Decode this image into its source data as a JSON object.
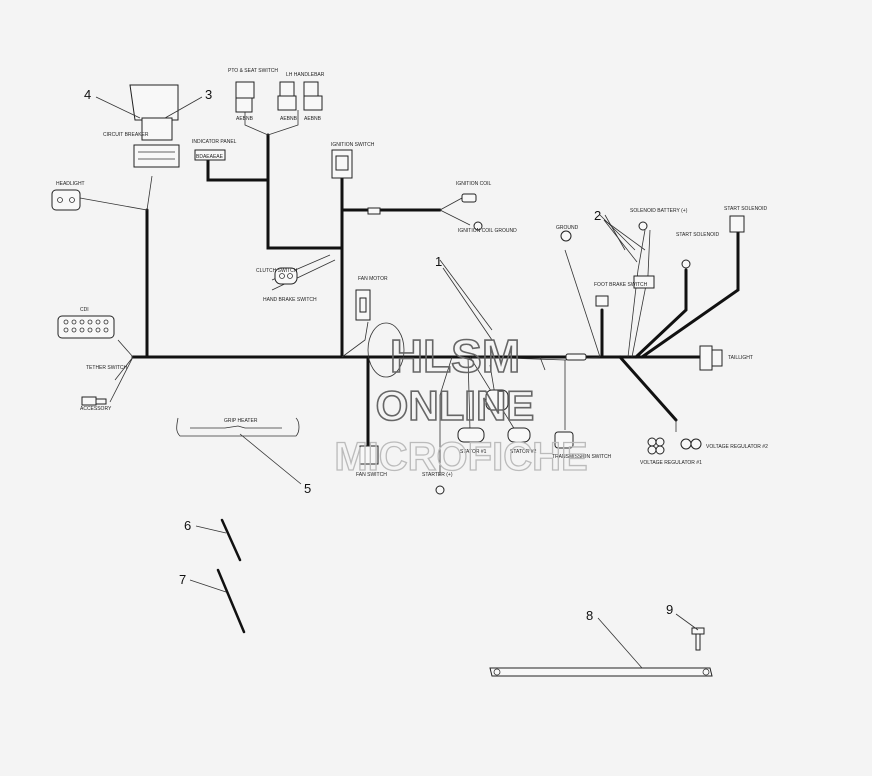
{
  "watermark": {
    "line1": "HLSM",
    "line2": "ONLINE",
    "line3": "MICROFICHE"
  },
  "callouts": {
    "c1": "1",
    "c2": "2",
    "c3": "3",
    "c4": "4",
    "c5": "5",
    "c6": "6",
    "c7": "7",
    "c8": "8",
    "c9": "9"
  },
  "labels": {
    "circuit_breaker": "CIRCUIT BREAKER",
    "headlight": "HEADLIGHT",
    "pto_switch": "PTO & SEAT SWITCH",
    "lh_handlebar": "LH HANDLEBAR",
    "indicator_panel": "INDICATOR PANEL",
    "ignition_switch": "IGNITION SWITCH",
    "ignition_coil": "IGNITION COIL",
    "ignition_ground": "IGNITION COIL GROUND",
    "clutch_switch": "CLUTCH SWITCH",
    "hand_brake": "HAND BRAKE SWITCH",
    "fan_motor": "FAN MOTOR",
    "cdi": "CDI",
    "tether_switch": "TETHER SWITCH",
    "accessory": "ACCESSORY",
    "ground": "GROUND",
    "foot_brake": "FOOT BRAKE SWITCH",
    "solenoid_battery": "SOLENOID BATTERY (+)",
    "start_solenoid_small": "START SOLENOID",
    "start_solenoid": "START SOLENOID",
    "taillight": "TAILLIGHT",
    "voltage_reg_1": "VOLTAGE REGULATOR #1",
    "voltage_reg_2": "VOLTAGE REGULATOR #2",
    "stator_1": "STATOR #1",
    "stator_2": "STATOR #2",
    "trans_switch": "TRANSMISSION SWITCH",
    "starter": "STARTER (+)",
    "fan_switch": "FAN SWITCH",
    "grip_heater": "GRIP HEATER",
    "conn_1": "AEBNB",
    "conn_2": "AEBNB",
    "conn_3": "AEBNB",
    "conn_4": "BDAEAEAE"
  }
}
